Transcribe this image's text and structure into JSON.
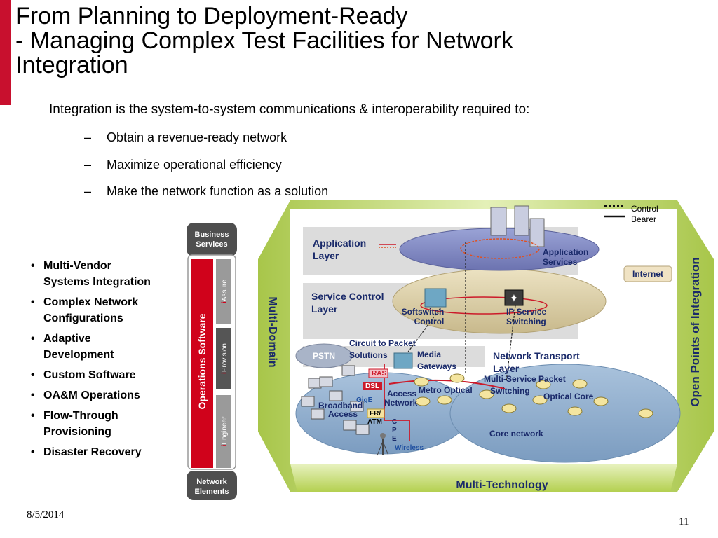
{
  "title": {
    "line1": "From Planning to Deployment-Ready",
    "line2": "- Managing Complex Test Facilities for Network",
    "line3": "Integration"
  },
  "intro": "Integration is the system-to-system communications & interoperability required to:",
  "sub_points": [
    "Obtain a revenue-ready network",
    "Maximize operational efficiency",
    "Make the network function as a solution"
  ],
  "bullets": [
    {
      "l1": "Multi-Vendor",
      "l2": "Systems Integration"
    },
    {
      "l1": "Complex Network",
      "l2": "Configurations"
    },
    {
      "l1": "Adaptive",
      "l2": "Development"
    },
    {
      "l1": "Custom Software",
      "l2": ""
    },
    {
      "l1": "OA&M Operations",
      "l2": ""
    },
    {
      "l1": "Flow-Through",
      "l2": "Provisioning"
    },
    {
      "l1": "Disaster Recovery",
      "l2": ""
    }
  ],
  "stack": {
    "top_l1": "Business",
    "top_l2": "Services",
    "side_label": "Operations Software",
    "assure": "Assure",
    "provision": "Provision",
    "engineer": "Engineer",
    "prefix": "i",
    "bottom_l1": "Network",
    "bottom_l2": "Elements"
  },
  "diagram": {
    "left_label": "Multi-Domain",
    "right_label": "Open Points of Integration",
    "bottom_label": "Multi-Technology",
    "legend_control": "Control",
    "legend_bearer": "Bearer",
    "app_layer_l1": "Application",
    "app_layer_l2": "Layer",
    "app_services_l1": "Application",
    "app_services_l2": "Services",
    "internet": "Internet",
    "svc_layer_l1": "Service Control",
    "svc_layer_l2": "Layer",
    "softswitch_l1": "Softswitch",
    "softswitch_l2": "Control",
    "ipsvc_l1": "IP Service",
    "ipsvc_l2": "Switching",
    "c2p_l1": "Circuit to Packet",
    "c2p_l2": "Solutions",
    "media_l1": "Media",
    "media_l2": "Gateways",
    "pstn": "PSTN",
    "transport_l1": "Network Transport",
    "transport_l2": "Layer",
    "msp_l1": "Multi-Service Packet",
    "msp_l2": "Switching",
    "metro": "Metro Optical",
    "optical_core": "Optical Core",
    "ras": "RAS",
    "dsl": "DSL",
    "gige": "GigE",
    "fr_l1": "FR/",
    "fr_l2": "ATM",
    "access_l1": "Access",
    "access_l2": "Network",
    "broadband_l1": "Broadband",
    "broadband_l2": "Access",
    "cpe_c": "C",
    "cpe_p": "P",
    "cpe_e": "E",
    "wireless": "Wireless",
    "core": "Core network"
  },
  "footer": {
    "date": "8/5/2014",
    "page": "11"
  }
}
